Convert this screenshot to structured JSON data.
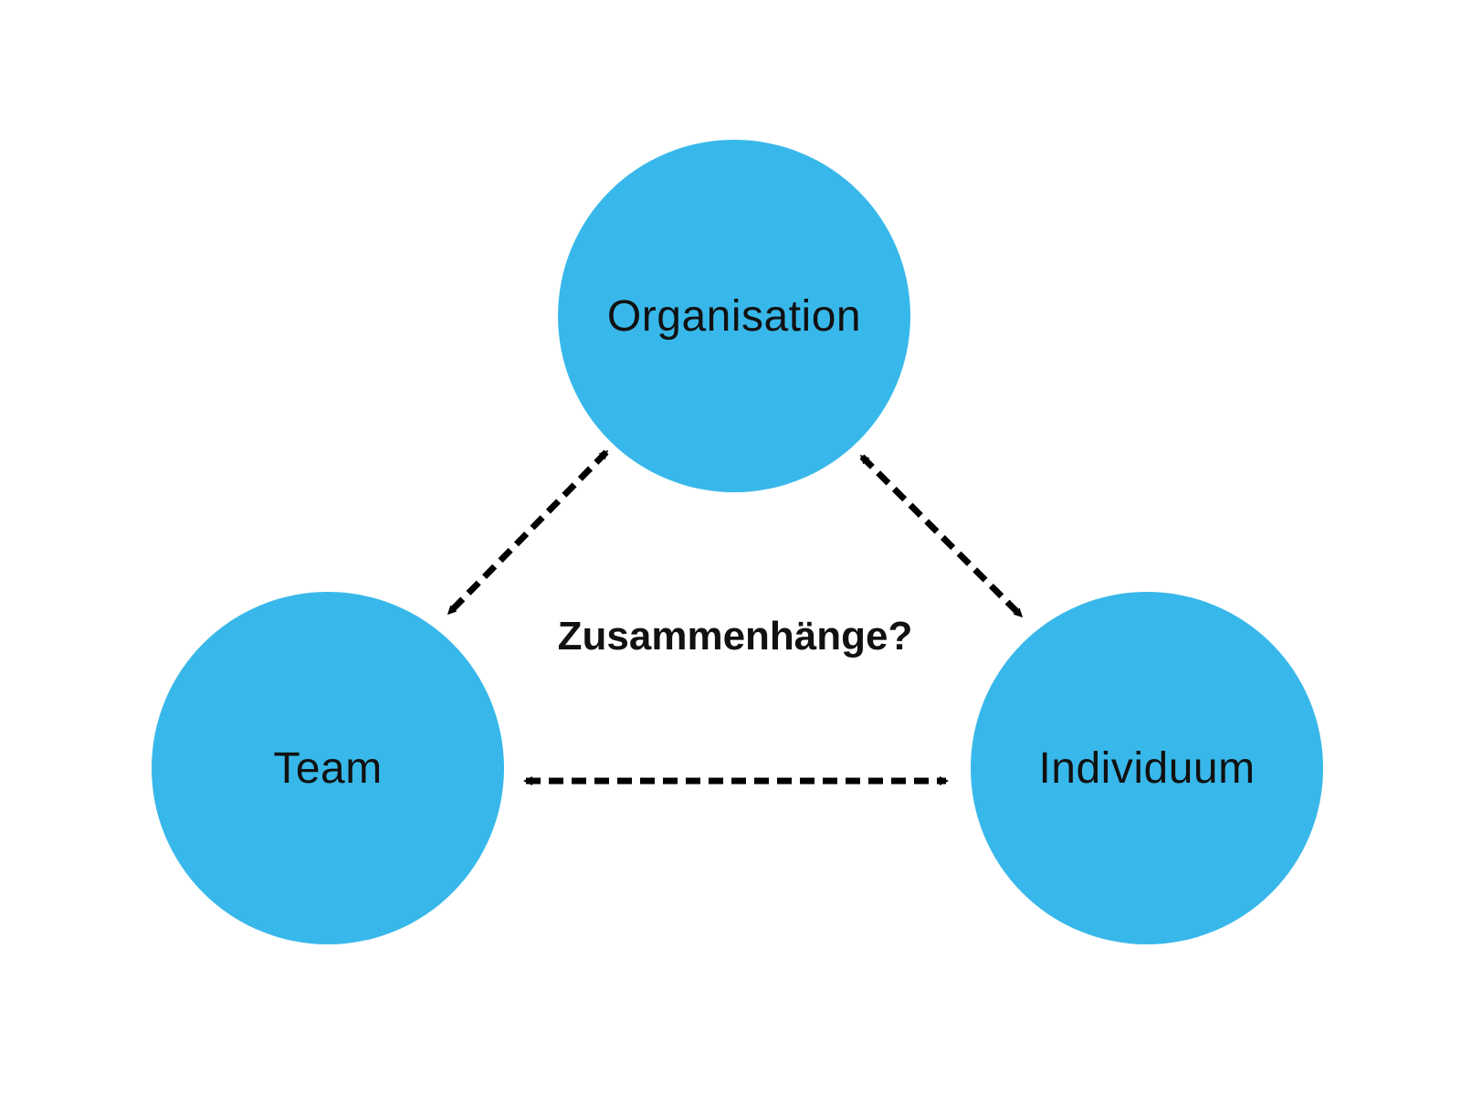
{
  "colors": {
    "node_fill": "#38b8ea",
    "arrow": "#000000",
    "text": "#111111",
    "background": "#ffffff"
  },
  "nodes": {
    "organisation": "Organisation",
    "team": "Team",
    "individuum": "Individuum"
  },
  "center_label": "Zusammenhänge?",
  "connections": [
    {
      "from": "Organisation",
      "to": "Team",
      "style": "dashed",
      "direction": "bidirectional"
    },
    {
      "from": "Organisation",
      "to": "Individuum",
      "style": "dashed",
      "direction": "bidirectional"
    },
    {
      "from": "Team",
      "to": "Individuum",
      "style": "dashed",
      "direction": "bidirectional"
    }
  ]
}
